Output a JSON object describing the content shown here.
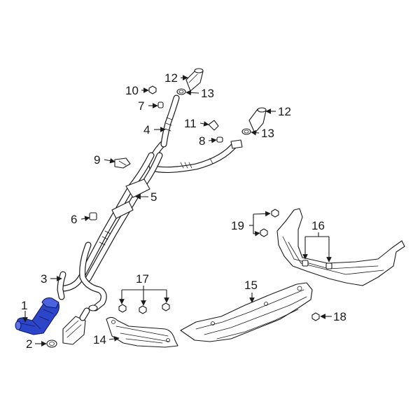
{
  "colors": {
    "line": "#1a1a1a",
    "highlight": "#2d45c8",
    "highlight_dark": "#0b1a66",
    "background": "#ffffff"
  },
  "callouts": {
    "c1": "1",
    "c2": "2",
    "c3": "3",
    "c4": "4",
    "c5": "5",
    "c6": "6",
    "c7": "7",
    "c8": "8",
    "c9": "9",
    "c10": "10",
    "c11": "11",
    "c12a": "12",
    "c12b": "12",
    "c13a": "13",
    "c13b": "13",
    "c14": "14",
    "c15": "15",
    "c16": "16",
    "c17": "17",
    "c18": "18",
    "c19": "19"
  },
  "highlighted_part": "1"
}
